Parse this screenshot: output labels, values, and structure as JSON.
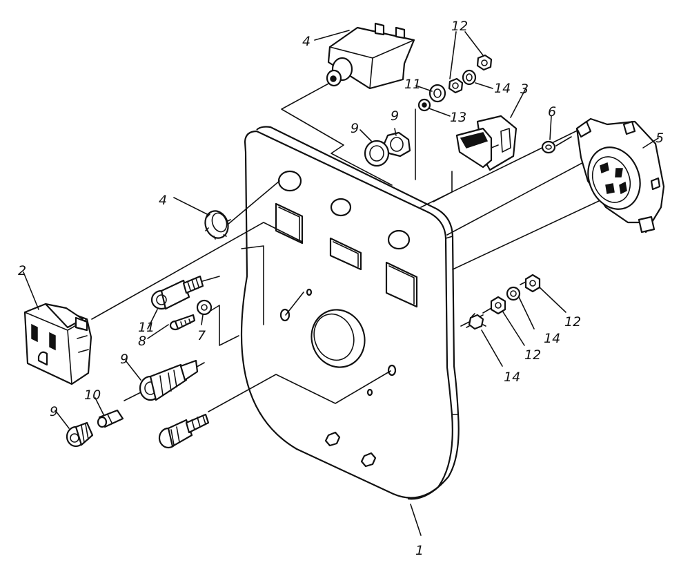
{
  "diagram": {
    "callouts": {
      "c1": "1",
      "c2": "2",
      "c3": "3",
      "c4_top": "4",
      "c4_left": "4",
      "c5": "5",
      "c6": "6",
      "c7": "7",
      "c8": "8",
      "c9_a": "9",
      "c9_b": "9",
      "c9_c": "9",
      "c9_d": "9",
      "c10": "10",
      "c11_top": "11",
      "c11_left": "11",
      "c12_top": "12",
      "c12_a": "12",
      "c12_b": "12",
      "c13": "13",
      "c14_top": "14",
      "c14_a": "14",
      "c14_b": "14"
    }
  }
}
